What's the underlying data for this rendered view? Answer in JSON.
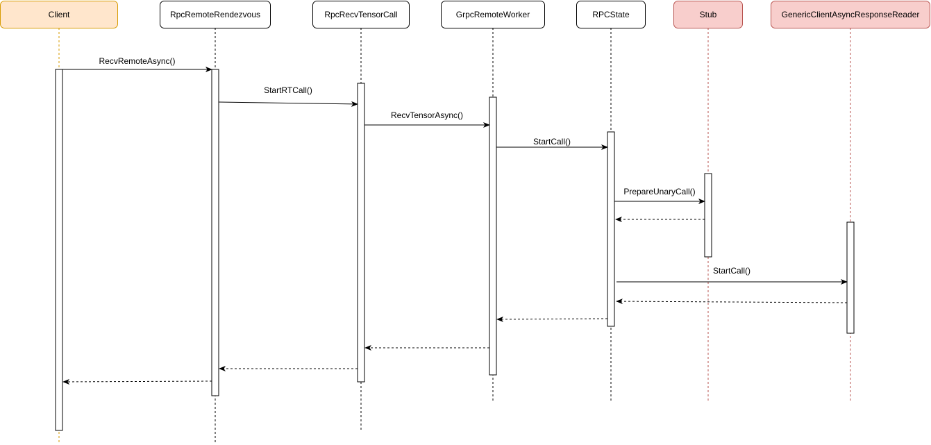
{
  "participants": [
    {
      "id": "client",
      "label": "Client",
      "fill": "#ffe6cc",
      "stroke": "#d79b00",
      "lifeline": "#d79b00"
    },
    {
      "id": "rendezvous",
      "label": "RpcRemoteRendezvous",
      "fill": "#ffffff",
      "stroke": "#000000",
      "lifeline": "#000000"
    },
    {
      "id": "tensorcall",
      "label": "RpcRecvTensorCall",
      "fill": "#ffffff",
      "stroke": "#000000",
      "lifeline": "#000000"
    },
    {
      "id": "worker",
      "label": "GrpcRemoteWorker",
      "fill": "#ffffff",
      "stroke": "#000000",
      "lifeline": "#000000"
    },
    {
      "id": "rpcstate",
      "label": "RPCState",
      "fill": "#ffffff",
      "stroke": "#000000",
      "lifeline": "#000000"
    },
    {
      "id": "stub",
      "label": "Stub",
      "fill": "#f8cecc",
      "stroke": "#b85450",
      "lifeline": "#b85450"
    },
    {
      "id": "reader",
      "label": "GenericClientAsyncResponseReader",
      "fill": "#f8cecc",
      "stroke": "#b85450",
      "lifeline": "#b85450"
    }
  ],
  "messages": [
    {
      "id": "recv-remote-async",
      "from": "client",
      "to": "rendezvous",
      "label": "RecvRemoteAsync()",
      "type": "call"
    },
    {
      "id": "start-rt-call",
      "from": "rendezvous",
      "to": "tensorcall",
      "label": "StartRTCall()",
      "type": "call"
    },
    {
      "id": "recv-tensor-async",
      "from": "tensorcall",
      "to": "worker",
      "label": "RecvTensorAsync()",
      "type": "call"
    },
    {
      "id": "start-call-rpcstate",
      "from": "worker",
      "to": "rpcstate",
      "label": "StartCall()",
      "type": "call"
    },
    {
      "id": "prepare-unary-call",
      "from": "rpcstate",
      "to": "stub",
      "label": "PrepareUnaryCall()",
      "type": "call"
    },
    {
      "id": "return-stub",
      "from": "stub",
      "to": "rpcstate",
      "label": "",
      "type": "return"
    },
    {
      "id": "start-call-reader",
      "from": "rpcstate",
      "to": "reader",
      "label": "StartCall()",
      "type": "call"
    },
    {
      "id": "return-reader",
      "from": "reader",
      "to": "rpcstate",
      "label": "",
      "type": "return"
    },
    {
      "id": "return-rpcstate",
      "from": "rpcstate",
      "to": "worker",
      "label": "",
      "type": "return"
    },
    {
      "id": "return-worker",
      "from": "worker",
      "to": "tensorcall",
      "label": "",
      "type": "return"
    },
    {
      "id": "return-tensorcall",
      "from": "tensorcall",
      "to": "rendezvous",
      "label": "",
      "type": "return"
    },
    {
      "id": "return-rendezvous",
      "from": "rendezvous",
      "to": "client",
      "label": "",
      "type": "return"
    }
  ]
}
